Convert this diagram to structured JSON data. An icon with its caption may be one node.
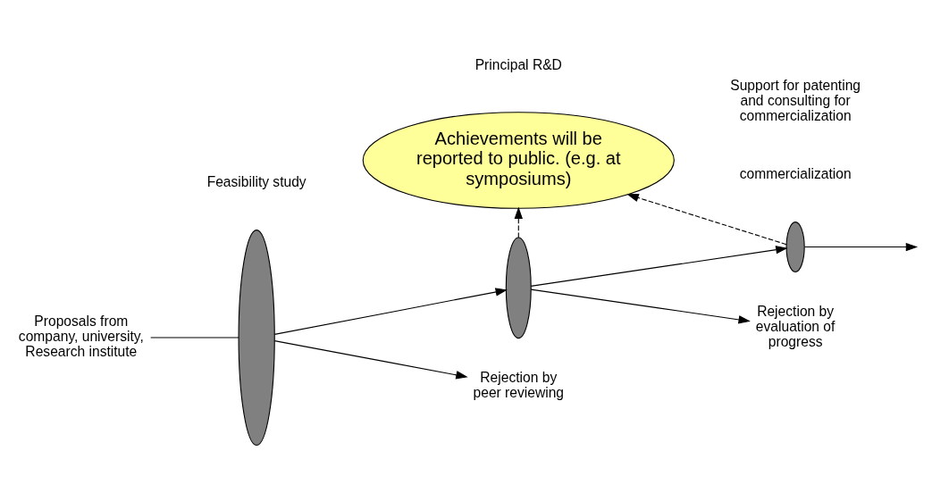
{
  "diagram": {
    "nodes": [
      {
        "text": [
          "Achievements will be reported to public. (e.g. at symposiums)"
        ]
      },
      {
        "text": [
          "Proposals from company, university, Research institute"
        ]
      },
      {
        "text": [],
        "shape": "ellipse"
      },
      {
        "text": [],
        "shape": "ellipse"
      },
      {
        "text": [],
        "shape": "ellipse"
      },
      {
        "text": [
          "Rejection by  peer reviewing"
        ]
      },
      {
        "text": [
          "Rejection by evaluation of progress"
        ]
      }
    ],
    "edges": [
      {
        "from": 1,
        "to": 2,
        "arrow": "none"
      },
      {
        "from": 2,
        "to": 3,
        "arrow": "to"
      },
      {
        "from": 3,
        "to": 4,
        "arrow": "to"
      },
      {
        "from": 4,
        "to": null,
        "arrow": "to"
      },
      {
        "from": 2,
        "to": 5,
        "arrow": "to"
      },
      {
        "from": 3,
        "to": 6,
        "arrow": "to"
      },
      {
        "from": 3,
        "to": 0,
        "arrow": "to",
        "style": "dashed"
      },
      {
        "from": 4,
        "to": 0,
        "arrow": "to",
        "style": "dashed"
      }
    ],
    "labels": [
      "Feasibility study",
      "Principal R&D",
      "commercialization",
      "Support for patenting and consulting for commercialization"
    ]
  }
}
